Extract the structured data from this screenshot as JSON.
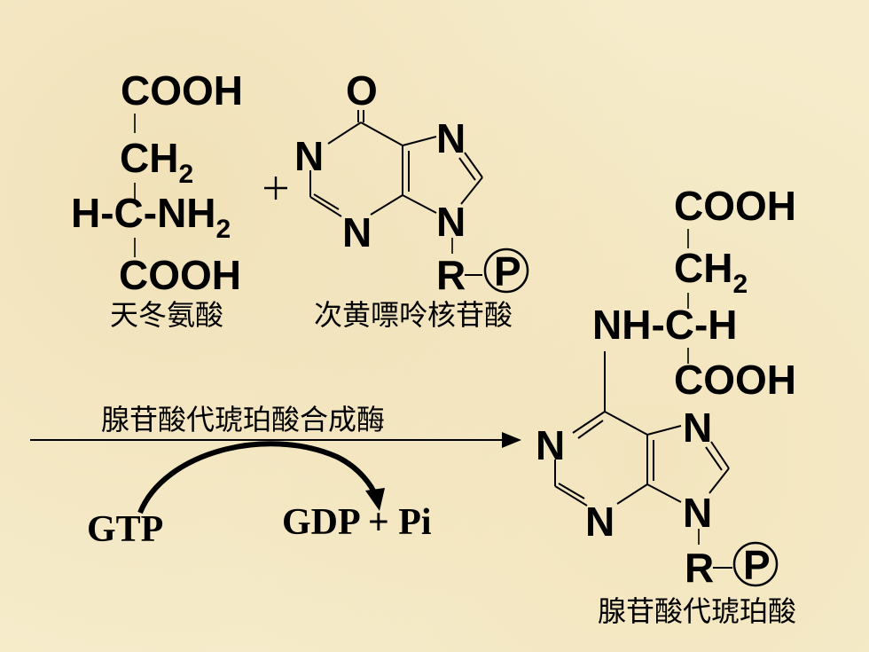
{
  "aspartate": {
    "top_cooh": "COOH",
    "ch": "CH",
    "ch_sub": "2",
    "hc_nh": "H-C-NH",
    "hc_sub": "2",
    "bottom_cooh": "COOH",
    "caption": "天冬氨酸"
  },
  "plus_sign": "+",
  "imp": {
    "o": "O",
    "n1": "N",
    "n3": "N",
    "n7": "N",
    "n9": "N",
    "r": "R",
    "p": "P",
    "caption": "次黄嘌呤核苷酸"
  },
  "reaction": {
    "enzyme": "腺苷酸代琥珀酸合成酶",
    "gtp": "GTP",
    "gdp_pi": "GDP + Pi"
  },
  "product": {
    "top_cooh": "COOH",
    "ch": "CH",
    "ch_sub": "2",
    "nh_ch": "NH-C-H",
    "bottom_cooh": "COOH",
    "n1": "N",
    "n3": "N",
    "n7": "N",
    "n9": "N",
    "r": "R",
    "p": "P",
    "caption": "腺苷酸代琥珀酸"
  }
}
